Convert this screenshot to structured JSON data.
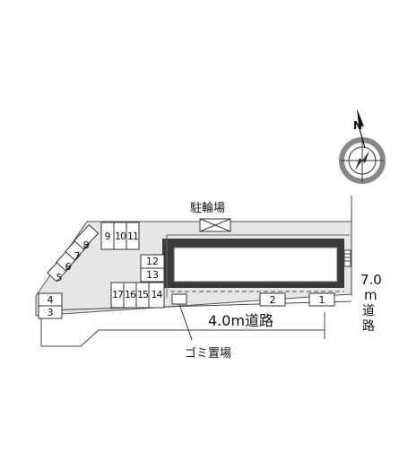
{
  "labels": {
    "bicycle_parking": "駐輪場",
    "road_bottom": "4.0m道路",
    "road_right_width": "7.0",
    "road_right_unit": "m",
    "road_right_kanji": [
      "道",
      "路"
    ],
    "garbage": "ゴミ置場",
    "north": "N"
  },
  "parking_slots": [
    "1",
    "2",
    "3",
    "4",
    "5",
    "6",
    "7",
    "8",
    "9",
    "10",
    "11",
    "12",
    "13",
    "14",
    "15",
    "16",
    "17"
  ],
  "colors": {
    "lot_fill": "#e6e6e6",
    "line": "#333333",
    "building_outer": "#333333",
    "background": "#ffffff"
  }
}
